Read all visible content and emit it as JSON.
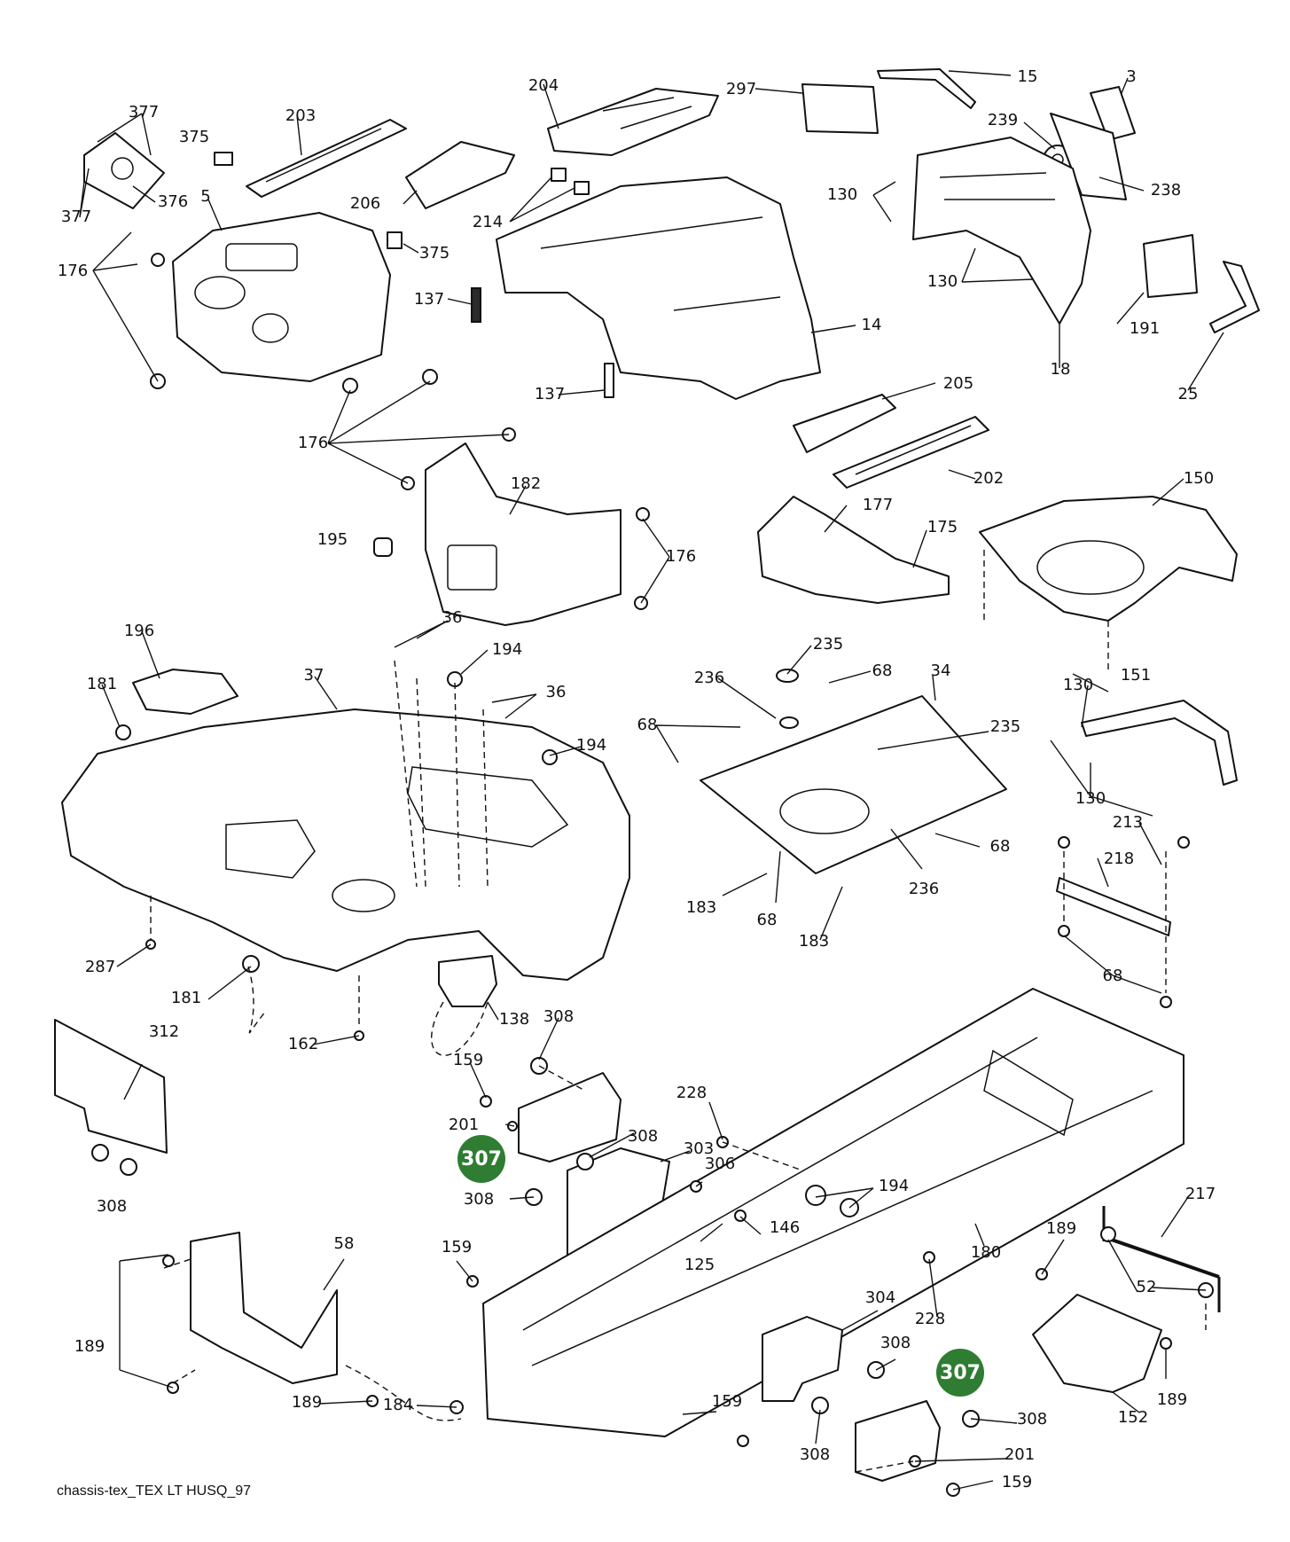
{
  "drawing_label": "chassis-tex_TEX LT HUSQ_97",
  "highlight_color": "#2e7d32",
  "highlighted_part": "307",
  "callouts": [
    {
      "id": "c1",
      "text": "377"
    },
    {
      "id": "c2",
      "text": "377"
    },
    {
      "id": "c3",
      "text": "376"
    },
    {
      "id": "c4",
      "text": "375"
    },
    {
      "id": "c5",
      "text": "5"
    },
    {
      "id": "c6",
      "text": "176"
    },
    {
      "id": "c7",
      "text": "203"
    },
    {
      "id": "c8",
      "text": "206"
    },
    {
      "id": "c9",
      "text": "375"
    },
    {
      "id": "c10",
      "text": "137"
    },
    {
      "id": "c11",
      "text": "204"
    },
    {
      "id": "c12",
      "text": "214"
    },
    {
      "id": "c13",
      "text": "297"
    },
    {
      "id": "c14",
      "text": "15"
    },
    {
      "id": "c15",
      "text": "3"
    },
    {
      "id": "c16",
      "text": "239"
    },
    {
      "id": "c17",
      "text": "238"
    },
    {
      "id": "c18",
      "text": "130"
    },
    {
      "id": "c19",
      "text": "130"
    },
    {
      "id": "c20",
      "text": "191"
    },
    {
      "id": "c21",
      "text": "18"
    },
    {
      "id": "c22",
      "text": "25"
    },
    {
      "id": "c23",
      "text": "14"
    },
    {
      "id": "c24",
      "text": "137"
    },
    {
      "id": "c25",
      "text": "205"
    },
    {
      "id": "c26",
      "text": "202"
    },
    {
      "id": "c27",
      "text": "176"
    },
    {
      "id": "c28",
      "text": "182"
    },
    {
      "id": "c29",
      "text": "195"
    },
    {
      "id": "c30",
      "text": "176"
    },
    {
      "id": "c31",
      "text": "177"
    },
    {
      "id": "c32",
      "text": "175"
    },
    {
      "id": "c33",
      "text": "150"
    },
    {
      "id": "c34",
      "text": "196"
    },
    {
      "id": "c35",
      "text": "181"
    },
    {
      "id": "c36",
      "text": "37"
    },
    {
      "id": "c37",
      "text": "36"
    },
    {
      "id": "c38",
      "text": "194"
    },
    {
      "id": "c39",
      "text": "36"
    },
    {
      "id": "c40",
      "text": "194"
    },
    {
      "id": "c41",
      "text": "235"
    },
    {
      "id": "c42",
      "text": "236"
    },
    {
      "id": "c43",
      "text": "68"
    },
    {
      "id": "c44",
      "text": "34"
    },
    {
      "id": "c45",
      "text": "68"
    },
    {
      "id": "c46",
      "text": "235"
    },
    {
      "id": "c47",
      "text": "130"
    },
    {
      "id": "c48",
      "text": "151"
    },
    {
      "id": "c49",
      "text": "130"
    },
    {
      "id": "c50",
      "text": "68"
    },
    {
      "id": "c51",
      "text": "213"
    },
    {
      "id": "c52",
      "text": "218"
    },
    {
      "id": "c53",
      "text": "236"
    },
    {
      "id": "c54",
      "text": "183"
    },
    {
      "id": "c55",
      "text": "68"
    },
    {
      "id": "c56",
      "text": "183"
    },
    {
      "id": "c57",
      "text": "68"
    },
    {
      "id": "c58",
      "text": "287"
    },
    {
      "id": "c59",
      "text": "181"
    },
    {
      "id": "c60",
      "text": "162"
    },
    {
      "id": "c61",
      "text": "138"
    },
    {
      "id": "c62",
      "text": "312"
    },
    {
      "id": "c63",
      "text": "308"
    },
    {
      "id": "c64",
      "text": "159"
    },
    {
      "id": "c65",
      "text": "201"
    },
    {
      "id": "c66",
      "text": "228"
    },
    {
      "id": "c67",
      "text": "308"
    },
    {
      "id": "c68",
      "text": "303"
    },
    {
      "id": "c69",
      "text": "306"
    },
    {
      "id": "c70",
      "text": "308"
    },
    {
      "id": "c71",
      "text": "194"
    },
    {
      "id": "c72",
      "text": "146"
    },
    {
      "id": "c73",
      "text": "125"
    },
    {
      "id": "c74",
      "text": "180"
    },
    {
      "id": "c75",
      "text": "217"
    },
    {
      "id": "c76",
      "text": "189"
    },
    {
      "id": "c77",
      "text": "52"
    },
    {
      "id": "c78",
      "text": "308"
    },
    {
      "id": "c79",
      "text": "58"
    },
    {
      "id": "c80",
      "text": "159"
    },
    {
      "id": "c81",
      "text": "228"
    },
    {
      "id": "c82",
      "text": "189"
    },
    {
      "id": "c83",
      "text": "189"
    },
    {
      "id": "c84",
      "text": "304"
    },
    {
      "id": "c85",
      "text": "308"
    },
    {
      "id": "c86",
      "text": "184"
    },
    {
      "id": "c87",
      "text": "159"
    },
    {
      "id": "c88",
      "text": "152"
    },
    {
      "id": "c89",
      "text": "189"
    },
    {
      "id": "c90",
      "text": "308"
    },
    {
      "id": "c91",
      "text": "308"
    },
    {
      "id": "c92",
      "text": "201"
    },
    {
      "id": "c93",
      "text": "159"
    }
  ],
  "highlights": [
    {
      "id": "h1",
      "text": "307"
    },
    {
      "id": "h2",
      "text": "307"
    }
  ]
}
